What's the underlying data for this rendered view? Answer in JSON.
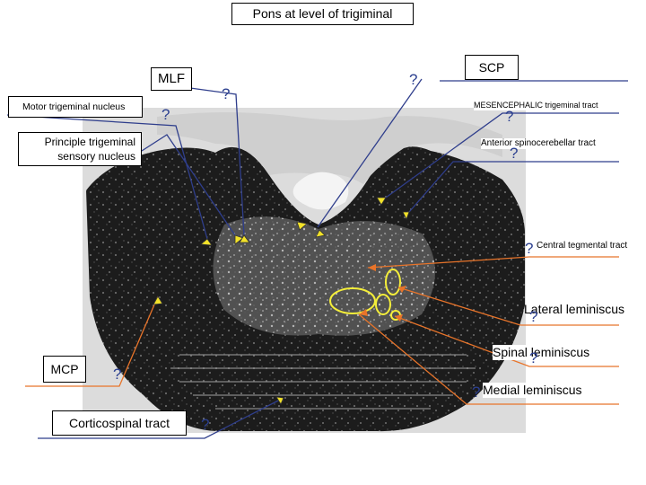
{
  "title": "Pons at level of trigiminal",
  "placeholder_mark": "?",
  "labels": {
    "mlf": "MLF",
    "motor_trigeminal": "Motor trigeminal  nucleus",
    "principle_line1": "Principle trigeminal",
    "principle_line2": "sensory nucleus",
    "scp": "SCP",
    "mesencephalic": "MESENCEPHALIC trigeminal tract",
    "anterior_spinocerebellar": "Anterior spinocerebellar tract",
    "central_tegmental": "Central tegmental tract",
    "lateral_lemniscus": "Lateral leminiscus",
    "spinal_lemniscus": "Spinal leminiscus",
    "medial_lemniscus": "Medial leminiscus",
    "mcp": "MCP",
    "corticospinal": "Corticospinal tract"
  },
  "colors": {
    "blue_line": "#2f3e8c",
    "orange_line": "#e8742a",
    "arrow_fill": "#f2e229",
    "outline_yellow": "#f4ee3a",
    "question": "#2b3f8f"
  }
}
